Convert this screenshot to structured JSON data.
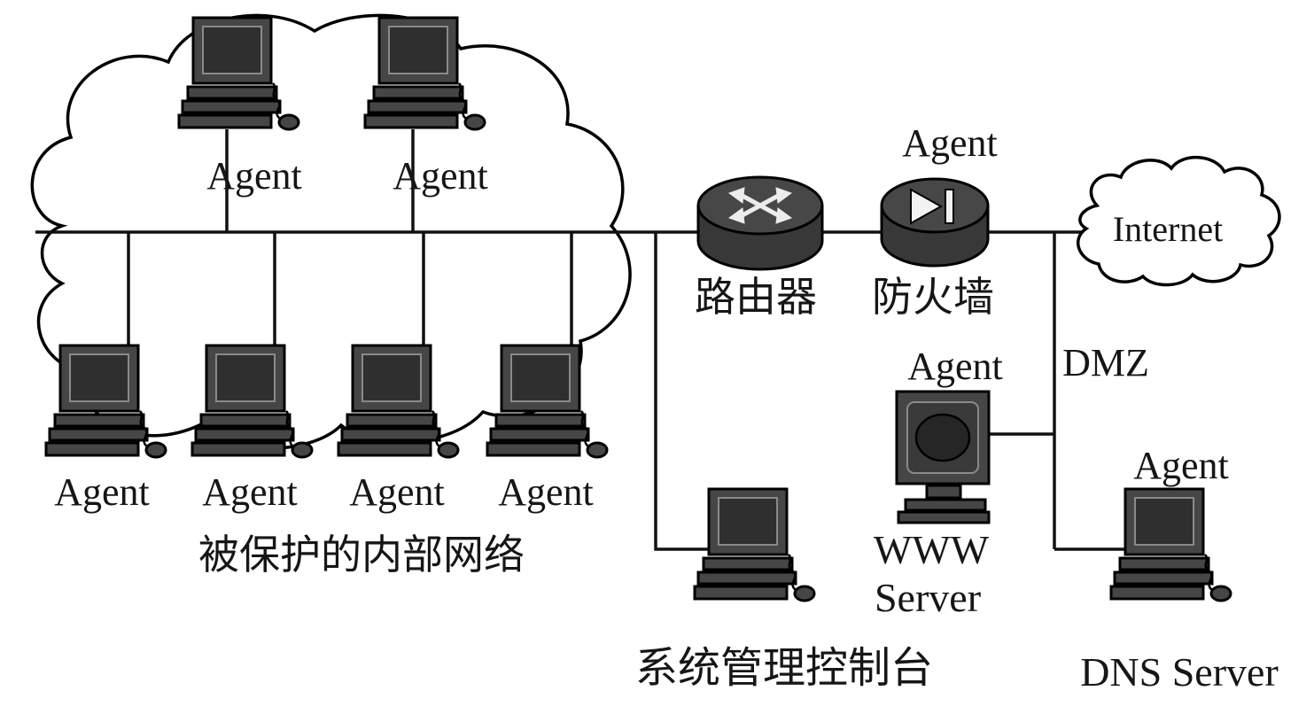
{
  "diagram": {
    "internal_network": {
      "caption": "被保护的内部网络",
      "top_agents": [
        {
          "label": "Agent"
        },
        {
          "label": "Agent"
        }
      ],
      "bottom_agents": [
        {
          "label": "Agent"
        },
        {
          "label": "Agent"
        },
        {
          "label": "Agent"
        },
        {
          "label": "Agent"
        }
      ]
    },
    "router": {
      "label": "路由器"
    },
    "firewall": {
      "label": "防火墙",
      "agent": "Agent"
    },
    "internet": {
      "label": "Internet"
    },
    "dmz": {
      "label": "DMZ"
    },
    "www_server": {
      "agent": "Agent",
      "name_line1": "WWW",
      "name_line2": "Server"
    },
    "dns_server": {
      "agent": "Agent",
      "name": "DNS Server"
    },
    "console": {
      "caption": "系统管理控制台"
    },
    "colors": {
      "device_fill": "#464646",
      "line": "#111111",
      "background": "#ffffff"
    }
  }
}
